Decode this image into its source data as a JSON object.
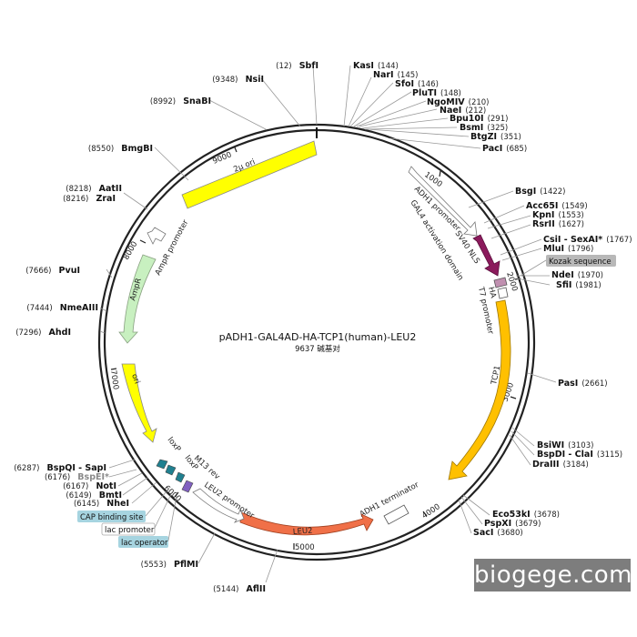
{
  "plasmid": {
    "name": "pADH1-GAL4AD-HA-TCP1(human)-LEU2",
    "length_label": "9637 碱基对"
  },
  "ticks": [
    "1000",
    "2000",
    "3000",
    "4000",
    "5000",
    "6000",
    "7000",
    "8000",
    "9000"
  ],
  "enzymes": [
    {
      "name": "SbfI",
      "pos": "(12)"
    },
    {
      "name": "NsiI",
      "pos": "(9348)"
    },
    {
      "name": "SnaBI",
      "pos": "(8992)"
    },
    {
      "name": "BmgBI",
      "pos": "(8550)"
    },
    {
      "name": "AatII",
      "pos": "(8218)"
    },
    {
      "name": "ZraI",
      "pos": "(8216)"
    },
    {
      "name": "PvuI",
      "pos": "(7666)"
    },
    {
      "name": "NmeAIII",
      "pos": "(7444)"
    },
    {
      "name": "AhdI",
      "pos": "(7296)"
    },
    {
      "name": "BspQI - SapI",
      "pos": "(6287)"
    },
    {
      "name": "BspEI*",
      "pos": "(6176)"
    },
    {
      "name": "NotI",
      "pos": "(6167)"
    },
    {
      "name": "BmtI",
      "pos": "(6149)"
    },
    {
      "name": "NheI",
      "pos": "(6145)"
    },
    {
      "name": "PflMI",
      "pos": "(5553)"
    },
    {
      "name": "AflII",
      "pos": "(5144)"
    },
    {
      "name": "KasI",
      "pos": "(144)"
    },
    {
      "name": "NarI",
      "pos": "(145)"
    },
    {
      "name": "SfoI",
      "pos": "(146)"
    },
    {
      "name": "PluTI",
      "pos": "(148)"
    },
    {
      "name": "NgoMIV",
      "pos": "(210)"
    },
    {
      "name": "NaeI",
      "pos": "(212)"
    },
    {
      "name": "Bpu10I",
      "pos": "(291)"
    },
    {
      "name": "BsmI",
      "pos": "(325)"
    },
    {
      "name": "BtgZI",
      "pos": "(351)"
    },
    {
      "name": "PacI",
      "pos": "(685)"
    },
    {
      "name": "BsgI",
      "pos": "(1422)"
    },
    {
      "name": "Acc65I",
      "pos": "(1549)"
    },
    {
      "name": "KpnI",
      "pos": "(1553)"
    },
    {
      "name": "RsrII",
      "pos": "(1627)"
    },
    {
      "name": "CsiI - SexAI*",
      "pos": "(1767)"
    },
    {
      "name": "MluI",
      "pos": "(1796)"
    },
    {
      "name": "NdeI",
      "pos": "(1970)"
    },
    {
      "name": "SfiI",
      "pos": "(1981)"
    },
    {
      "name": "PasI",
      "pos": "(2661)"
    },
    {
      "name": "BsiWI",
      "pos": "(3103)"
    },
    {
      "name": "BspDI - ClaI",
      "pos": "(3115)"
    },
    {
      "name": "DraIII",
      "pos": "(3184)"
    },
    {
      "name": "Eco53kI",
      "pos": "(3678)"
    },
    {
      "name": "PspXI",
      "pos": "(3679)"
    },
    {
      "name": "SacI",
      "pos": "(3680)"
    }
  ],
  "features": {
    "two_micron_ori": {
      "label": "2μ ori",
      "color": "#ffff00"
    },
    "adh1_promoter": {
      "label": "ADH1 promoter",
      "color": "#ffffff"
    },
    "sv40_nls": {
      "label": "SV40 NLS",
      "color": "#8b1a5c"
    },
    "gal4_ad": {
      "label": "GAL4 activation domain",
      "color": "#8b1a5c"
    },
    "ha": {
      "label": "HA",
      "color": "#c090b0"
    },
    "t7_promoter": {
      "label": "T7 promoter",
      "color": "#ffffff"
    },
    "tcp1": {
      "label": "TCP1",
      "color": "#ffc000"
    },
    "adh1_terminator": {
      "label": "ADH1 terminator",
      "color": "#ffffff"
    },
    "leu2": {
      "label": "LEU2",
      "color": "#f07048"
    },
    "leu2_promoter": {
      "label": "LEU2 promoter",
      "color": "#ffffff"
    },
    "m13_rev": {
      "label": "M13 rev",
      "color": "#8060c0"
    },
    "loxp": {
      "label": "loxP",
      "color": "#208090"
    },
    "ori": {
      "label": "ori",
      "color": "#ffff00"
    },
    "ampr": {
      "label": "AmpR",
      "color": "#c8f0c0"
    },
    "ampr_promoter": {
      "label": "AmpR promoter",
      "color": "#ffffff"
    }
  },
  "boxes": {
    "kozak": "Kozak sequence",
    "cap": "CAP binding site",
    "lac_promoter": "lac promoter",
    "lac_operator": "lac operator"
  },
  "watermark": "biogege.com"
}
